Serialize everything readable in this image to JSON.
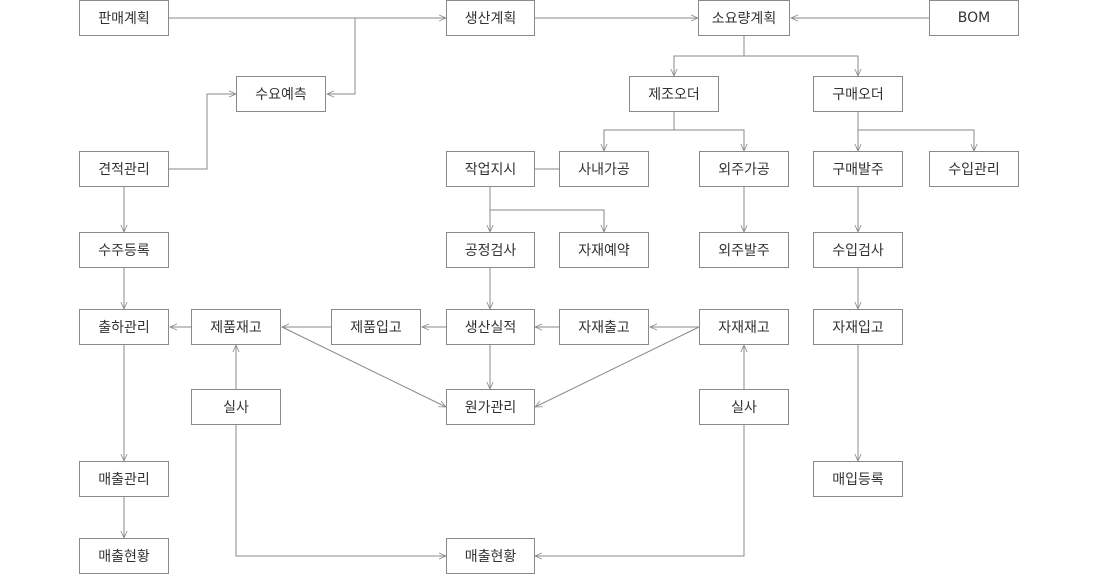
{
  "nodes": {
    "sales_plan": "판매계획",
    "production_plan": "생산계획",
    "mrp": "소요량계획",
    "bom": "BOM",
    "demand_forecast": "수요예측",
    "manufacturing_order": "제조오더",
    "purchase_order": "구매오더",
    "estimate_management": "견적관리",
    "work_instruction": "작업지시",
    "inhouse_processing": "사내가공",
    "outsourced_processing": "외주가공",
    "purchase_ordering": "구매발주",
    "import_management": "수입관리",
    "order_registration": "수주등록",
    "process_inspection": "공정검사",
    "material_reservation": "자재예약",
    "outsourcing_order": "외주발주",
    "import_inspection": "수입검사",
    "shipping_management": "출하관리",
    "product_inventory": "제품재고",
    "product_receipt": "제품입고",
    "production_results": "생산실적",
    "material_issue": "자재출고",
    "material_inventory": "자재재고",
    "material_receipt": "자재입고",
    "inventory_check_left": "실사",
    "cost_management": "원가관리",
    "inventory_check_right": "실사",
    "sales_management": "매출관리",
    "purchase_registration": "매입등록",
    "sales_status_left": "매출현황",
    "sales_status_center": "매출현황"
  }
}
